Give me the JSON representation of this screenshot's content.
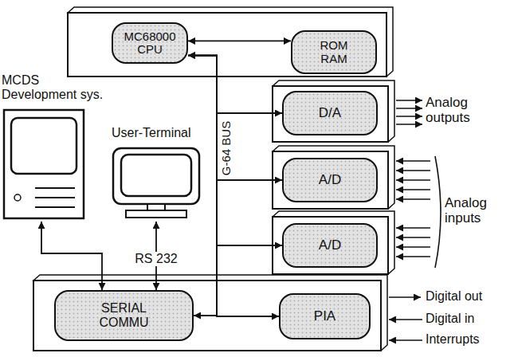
{
  "diagram": {
    "nodes": [
      {
        "text": [
          "MC68000 CPU"
        ]
      },
      {
        "text": [
          "ROM RAM"
        ]
      },
      {
        "text": [
          "D/A"
        ]
      },
      {
        "text": [
          "A/D"
        ]
      },
      {
        "text": [
          "A/D"
        ]
      },
      {
        "text": [
          "MCDS Development sys."
        ]
      },
      {
        "text": [
          "User-Terminal"
        ]
      },
      {
        "text": [
          "SERIAL COMMU"
        ]
      },
      {
        "text": [
          "PIA"
        ]
      }
    ],
    "edges": [
      {
        "from": 0,
        "to": 1,
        "arrow": "both"
      },
      {
        "from": 0,
        "to": 2,
        "arrow": "to"
      },
      {
        "from": 0,
        "to": 3,
        "arrow": "to"
      },
      {
        "from": 0,
        "to": 4,
        "arrow": "to"
      },
      {
        "from": 0,
        "to": 7,
        "arrow": "both"
      },
      {
        "from": 0,
        "to": 8,
        "arrow": "both"
      },
      {
        "from": 5,
        "to": 7,
        "arrow": "both"
      },
      {
        "from": 6,
        "to": 7,
        "label": "RS 232",
        "arrow": "both"
      }
    ],
    "labels": [
      "G-64 BUS",
      "Analog outputs",
      "Analog inputs",
      "Digital out",
      "Digital in",
      "Interrupts"
    ]
  }
}
